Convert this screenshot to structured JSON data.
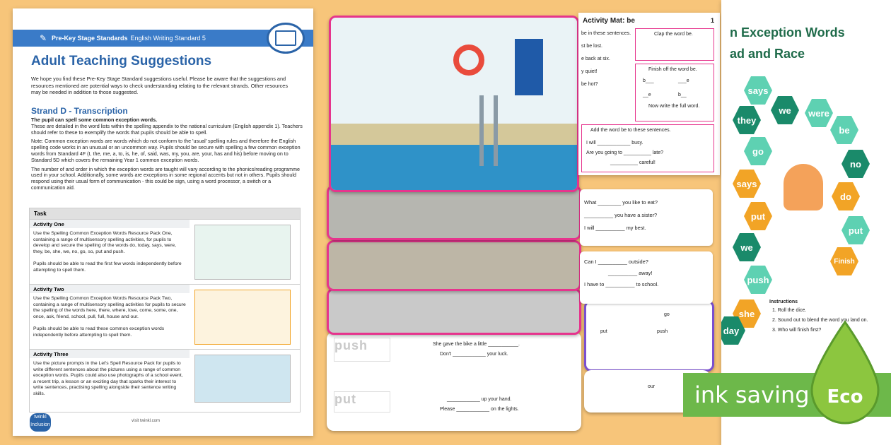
{
  "doc": {
    "header_bold": "Pre-Key Stage Standards",
    "header_rest": "English Writing Standard 5",
    "title": "Adult Teaching Suggestions",
    "intro": "We hope you find these Pre-Key Stage Standard suggestions useful. Please be aware that the suggestions and resources mentioned are potential ways to check understanding relating to the relevant strands. Other resources may be needed in addition to those suggested.",
    "strand": "Strand D - Transcription",
    "strand_lead": "The pupil can spell some common exception words.",
    "p1": "These are detailed in the word lists within the spelling appendix to the national curriculum (English appendix 1). Teachers should refer to these to exemplify the words that pupils should be able to spell.",
    "p2": "Note: Common exception words are words which do not conform to the 'usual' spelling rules and therefore the English spelling code works in an unusual or an uncommon way. Pupils should be secure with spelling a few common exception words from Standard 4F (I, the, me, a, to, is, he, of, said, was, my, you, are, your, has and his) before moving on to Standard 5D which covers the remaining Year 1 common exception words.",
    "p3": "The number of and order in which the exception words are taught will vary according to the phonics/reading programme used in your school. Additionally, some words are exceptions in some regional accents but not in others. Pupils should respond using their usual form of communication - this could be sign, using a word processor, a switch or a communication aid.",
    "table_head": "Task",
    "activities": [
      {
        "label": "Activity One",
        "text": "Use the Spelling Common Exception Words Resource Pack One, containing a range of multisensory spelling activities, for pupils to develop and secure the spelling of the words do, today, says, were, they, be, she, we, no, go, so, put and push.",
        "text2": "Pupils should be able to read the first few words independently before attempting to spell them."
      },
      {
        "label": "Activity Two",
        "text": "Use the Spelling Common Exception Words Resource Pack Two, containing a range of multisensory spelling activities for pupils to secure the spelling of the words here, there, where, love, come, some, one, once, ask, friend, school, pull, full, house and our.",
        "text2": "Pupils should be able to read these common exception words independently before attempting to spell them."
      },
      {
        "label": "Activity Three",
        "text": "Use the picture prompts in the Let's Spell Resource Pack for pupils to write different sentences about the pictures using a range of common exception words. Pupils could also use photographs of a school event, a recent trip, a lesson or an exciting day that sparks their interest to write sentences, practising spelling alongside their sentence writing skills.",
        "text2": ""
      }
    ],
    "logo": "twinkl Inclusion",
    "url": "visit twinkl.com"
  },
  "sheets": {
    "word_push": "push",
    "word_put": "put",
    "s_bike1": "She gave the bike a little",
    "s_bike2": "Don't",
    "s_bike3": "your luck.",
    "s_hand": "up your hand.",
    "s_light1": "Please",
    "s_light2": "on the lights."
  },
  "mat": {
    "title": "Activity Mat: be",
    "num": "1",
    "line1": "be in these sentences.",
    "line2": "st be lost.",
    "line3": "e back at six.",
    "line4": "y quiet!",
    "line5": "be hot?",
    "clap": "Clap the word be.",
    "finish": "Finish off the word be.",
    "write": "Now write the full word.",
    "b": "b",
    "e": "e",
    "add": "Add the word be to these sentences.",
    "s1": "I will",
    "s1b": "busy.",
    "s2": "Are you going to",
    "s2b": "late?",
    "s3": "careful!",
    "c1": "What",
    "c1b": "you like to eat?",
    "c2": "you have a sister?",
    "c3": "I will",
    "c3b": "my best.",
    "c4": "Can I",
    "c4b": "outside?",
    "c5": "away!",
    "c6": "I have to",
    "c6b": "to school.",
    "t_go": "go",
    "t_put": "put",
    "t_push": "push",
    "t_our": "our"
  },
  "board": {
    "title1": "n Exception Words",
    "title2": "ad and Race",
    "words": [
      "says",
      "we",
      "were",
      "they",
      "be",
      "go",
      "no",
      "says",
      "do",
      "put",
      "put",
      "we",
      "Finish",
      "push",
      "she",
      "day"
    ],
    "instr_title": "Instructions",
    "instr": [
      "1. Roll the dice.",
      "2. Sound out to blend the word you land on.",
      "3. Who will finish first?"
    ]
  },
  "badge": {
    "left": "ink saving",
    "right": "Eco"
  }
}
